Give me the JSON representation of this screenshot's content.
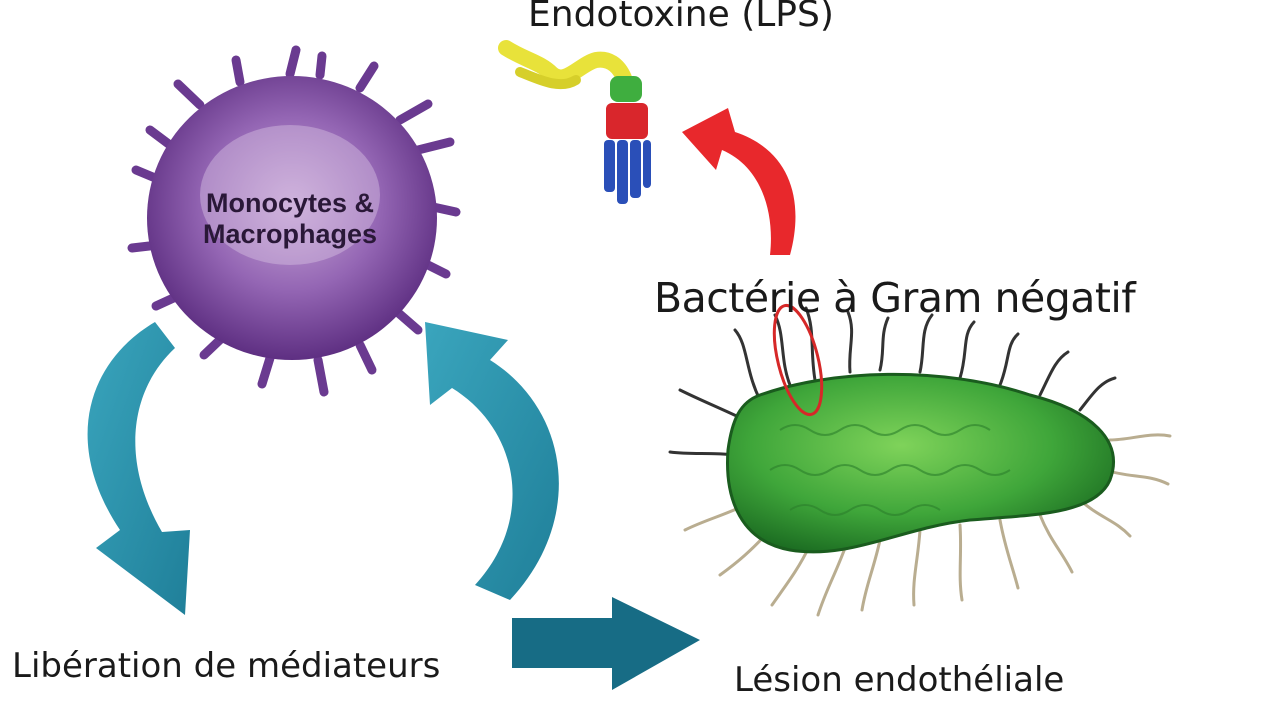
{
  "labels": {
    "endotoxin": "Endotoxine (LPS)",
    "macrophage_line1": "Monocytes &",
    "macrophage_line2": "Macrophages",
    "bacterium": "Bactérie à Gram négatif",
    "mediators": "Libération de médiateurs",
    "lesion": "Lésion endothéliale"
  },
  "colors": {
    "macrophage": "#7b4a9c",
    "bacterium": "#3fa63a",
    "teal_arrow": "#2b8ea6",
    "dark_teal_arrow": "#176c85",
    "red_arrow": "#e8282c",
    "lps_yellow": "#e8e23a",
    "lps_green": "#3fae3f",
    "lps_red": "#d9262c",
    "lps_blue": "#2a4fb8"
  }
}
